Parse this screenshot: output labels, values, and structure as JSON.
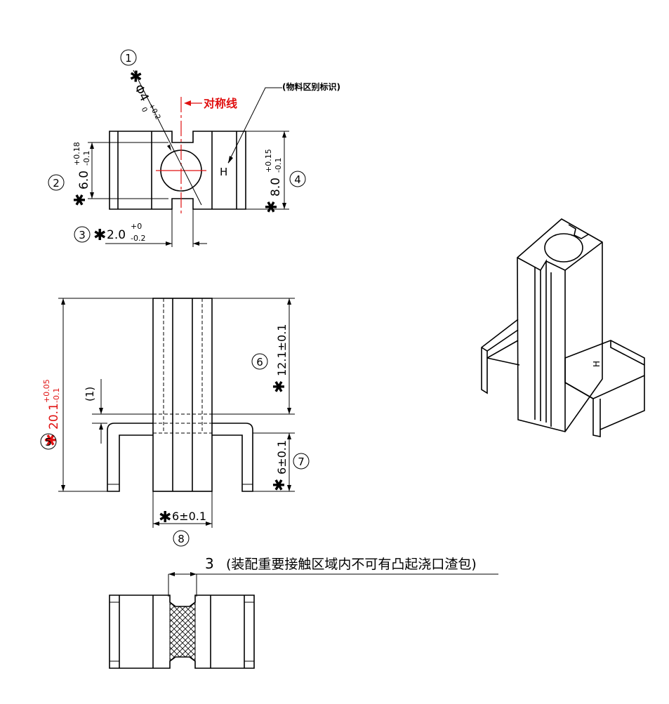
{
  "callouts": {
    "c1": "1",
    "c2": "2",
    "c3": "3",
    "c4": "4",
    "c5": "5",
    "c6": "6",
    "c7": "7",
    "c8": "8"
  },
  "dims": {
    "d1": "Φ4",
    "d1_tol_upper": "+0.2",
    "d1_tol_lower": "0",
    "d2": "6.0",
    "d2_tol_upper": "+0.18",
    "d2_tol_lower": "-0.1",
    "d3": "2.0",
    "d3_tol_upper": "+0",
    "d3_tol_lower": "-0.2",
    "d4": "8.0",
    "d4_tol_upper": "+0.15",
    "d4_tol_lower": "-0.1",
    "d5": "20.1",
    "d5_tol_upper": "+0.05",
    "d5_tol_lower": "-0.1",
    "d6": "12.1±0.1",
    "d7": "6±0.1",
    "d8": "6±0.1",
    "ref1": "(1)",
    "star": "✱"
  },
  "labels": {
    "symmetry_line": "对称线",
    "material_mark": "(物料区别标识)",
    "h_mark": "H",
    "note_number": "3",
    "note_text": "(装配重要接触区域内不可有凸起浇口渣包)"
  },
  "colors": {
    "line": "#000000",
    "highlight": "#e01010"
  }
}
